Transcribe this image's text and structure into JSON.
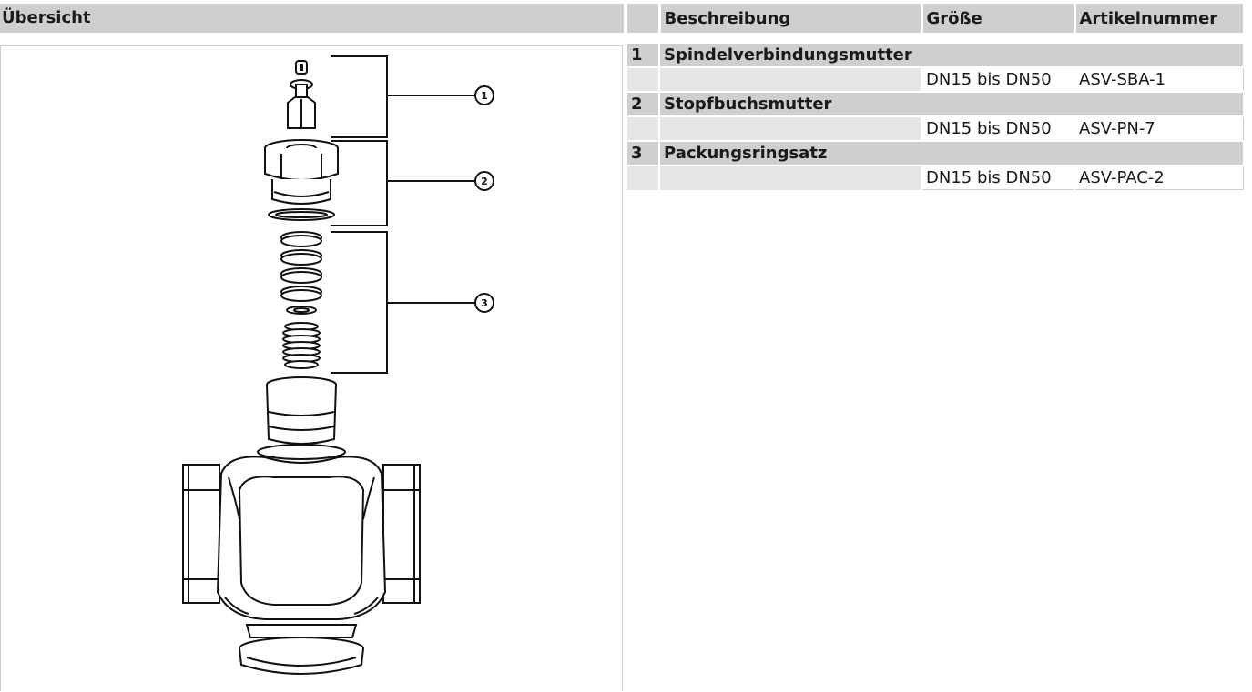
{
  "overview": {
    "title": "Übersicht"
  },
  "diagram": {
    "callouts": [
      "1",
      "2",
      "3"
    ]
  },
  "table": {
    "headers": {
      "num": "",
      "description": "Beschreibung",
      "size": "Größe",
      "article": "Artikelnummer"
    },
    "groups": [
      {
        "num": "1",
        "name": "Spindelverbindungsmutter",
        "size": "DN15 bis DN50",
        "article": "ASV-SBA-1"
      },
      {
        "num": "2",
        "name": "Stopfbuchsmutter",
        "size": "DN15 bis DN50",
        "article": "ASV-PN-7"
      },
      {
        "num": "3",
        "name": "Packungsringsatz",
        "size": "DN15 bis DN50",
        "article": "ASV-PAC-2"
      }
    ]
  }
}
